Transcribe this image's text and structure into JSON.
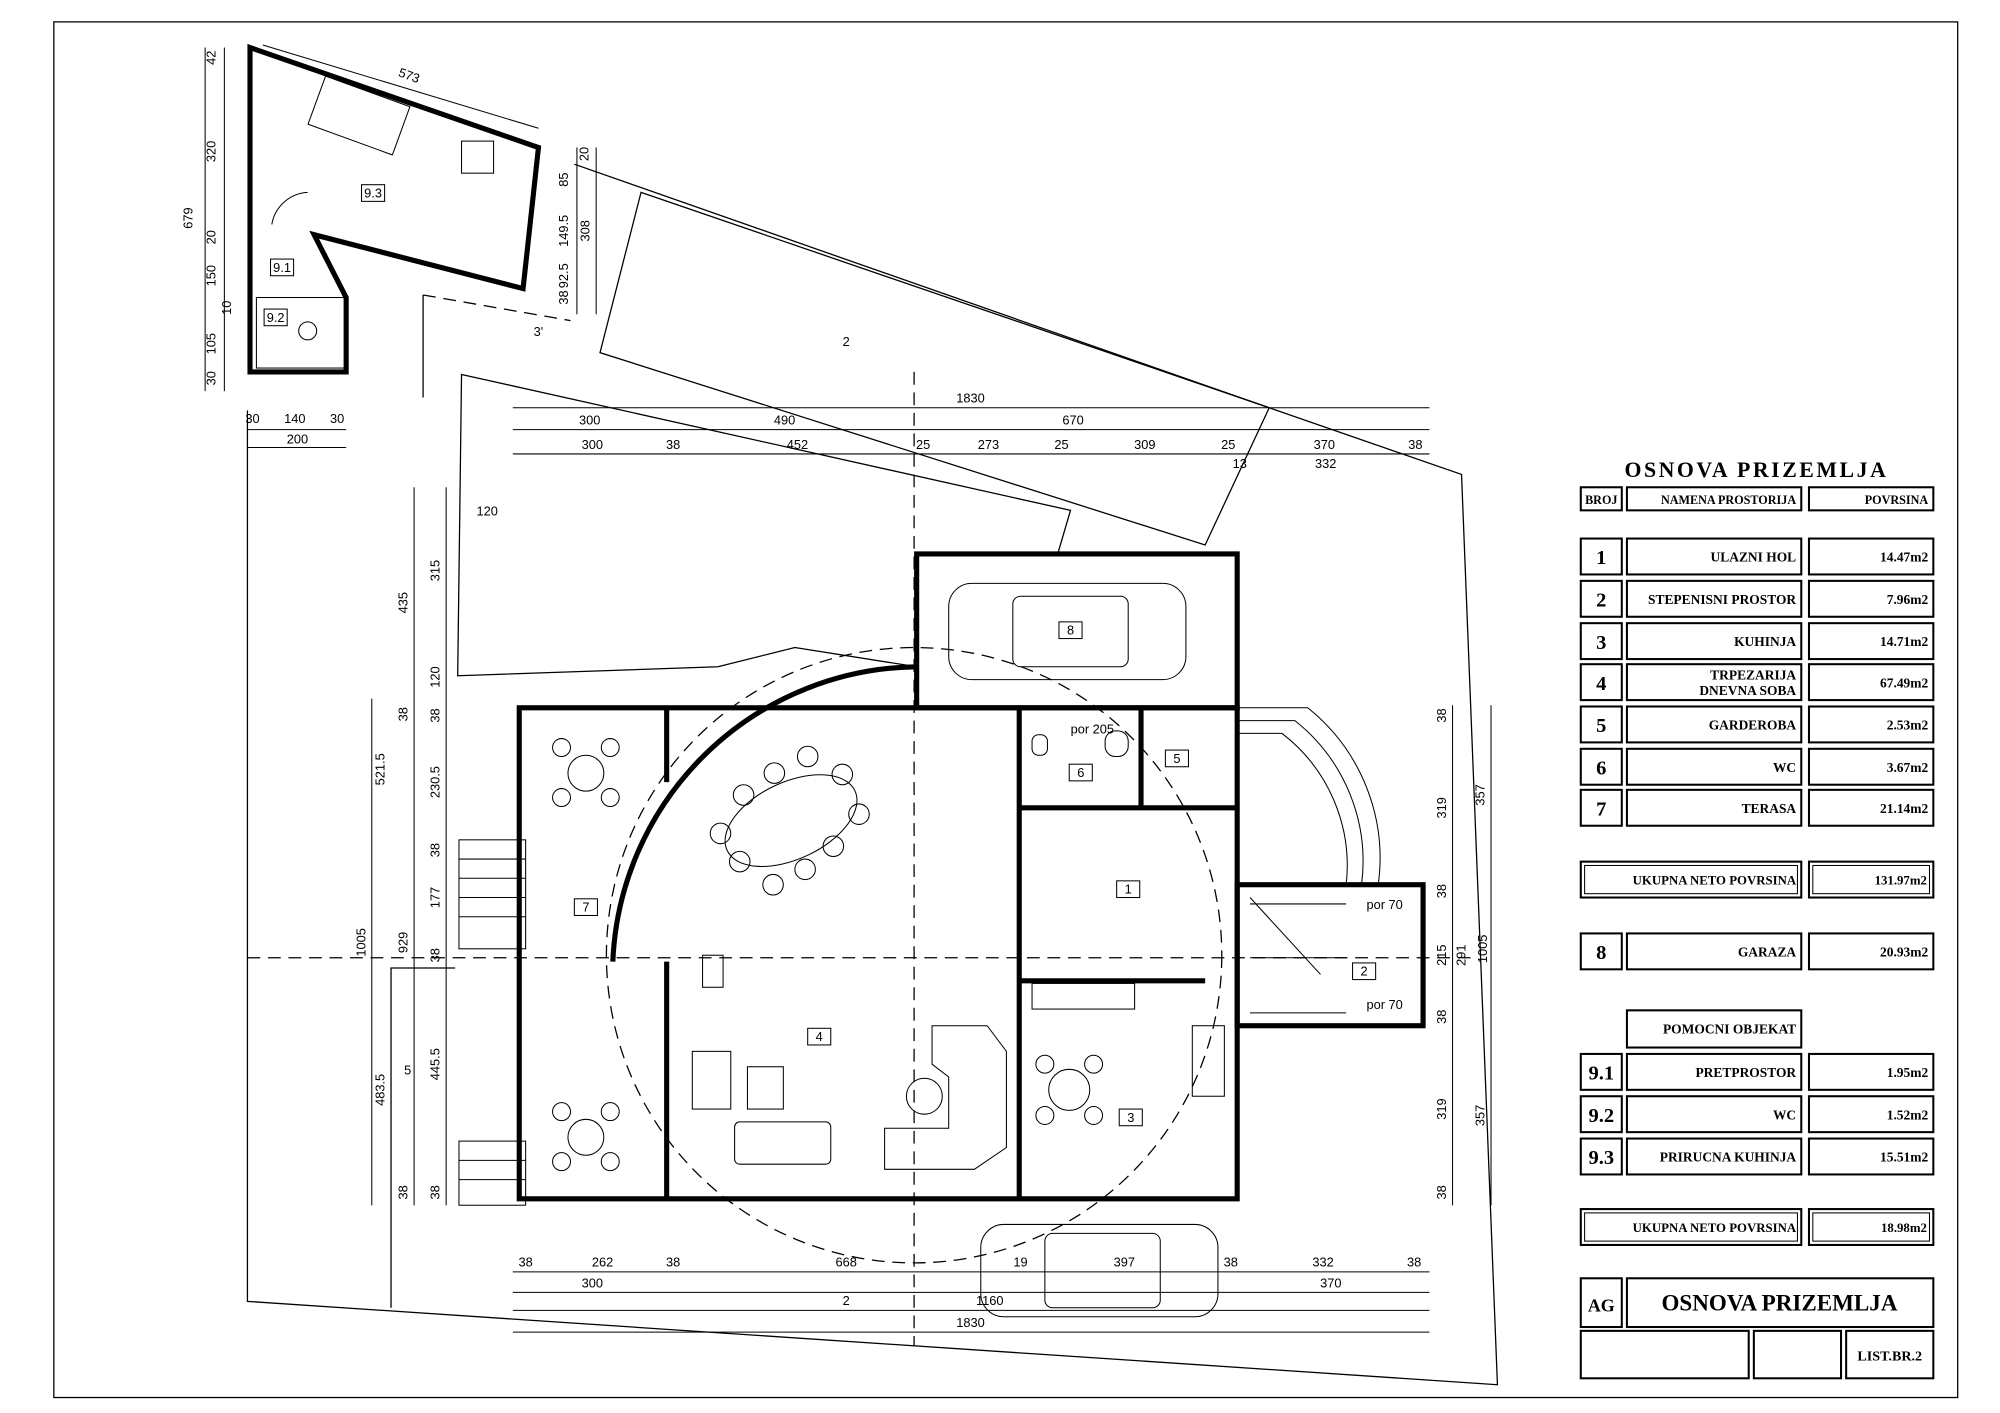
{
  "drawing": {
    "room_labels": [
      "1",
      "2",
      "3",
      "4",
      "5",
      "6",
      "7",
      "8",
      "9.1",
      "9.2",
      "9.3"
    ],
    "section_markers": [
      "2",
      "2",
      "3'",
      "5"
    ],
    "dimensions_top": [
      "1830",
      "300",
      "490",
      "670",
      "300",
      "38",
      "452",
      "25",
      "273",
      "25",
      "309",
      "25",
      "370",
      "38",
      "13",
      "332"
    ],
    "dimensions_bottom": [
      "38",
      "262",
      "38",
      "668",
      "19",
      "397",
      "38",
      "332",
      "38",
      "300",
      "370",
      "1160",
      "1830"
    ],
    "dimensions_left": [
      "1005",
      "929",
      "521.5",
      "483.5",
      "435",
      "315",
      "120",
      "38",
      "230.5",
      "38",
      "177",
      "38",
      "445.5",
      "38",
      "38",
      "38",
      "120"
    ],
    "dimensions_right": [
      "38",
      "319",
      "357",
      "38",
      "215",
      "291",
      "1005",
      "38",
      "319",
      "357",
      "38"
    ],
    "dimensions_aux": [
      "573",
      "42",
      "320",
      "679",
      "20",
      "150",
      "10",
      "105",
      "30",
      "30",
      "140",
      "30",
      "200",
      "20",
      "85",
      "149.5",
      "92.5",
      "38",
      "308"
    ],
    "annotations": [
      "por 205",
      "por 70",
      "por 70"
    ]
  },
  "legend": {
    "title": "OSNOVA  PRIZEMLJA",
    "headers": {
      "number": "BROJ",
      "name": "NAMENA PROSTORIJA",
      "area": "POVRSINA"
    },
    "rooms": [
      {
        "number": "1",
        "name": [
          "ULAZNI HOL"
        ],
        "area": "14.47m2"
      },
      {
        "number": "2",
        "name": [
          "STEPENISNI PROSTOR"
        ],
        "area": "7.96m2"
      },
      {
        "number": "3",
        "name": [
          "KUHINJA"
        ],
        "area": "14.71m2"
      },
      {
        "number": "4",
        "name": [
          "TRPEZARIJA",
          "DNEVNA SOBA"
        ],
        "area": "67.49m2"
      },
      {
        "number": "5",
        "name": [
          "GARDEROBA"
        ],
        "area": "2.53m2"
      },
      {
        "number": "6",
        "name": [
          "WC"
        ],
        "area": "3.67m2"
      },
      {
        "number": "7",
        "name": [
          "TERASA"
        ],
        "area": "21.14m2"
      }
    ],
    "total_main": {
      "label": "UKUPNA NETO POVRSINA",
      "area": "131.97m2"
    },
    "garage": {
      "number": "8",
      "name": [
        "GARAZA"
      ],
      "area": "20.93m2"
    },
    "aux_header": "POMOCNI OBJEKAT",
    "aux_rooms": [
      {
        "number": "9.1",
        "name": [
          "PRETPROSTOR"
        ],
        "area": "1.95m2"
      },
      {
        "number": "9.2",
        "name": [
          "WC"
        ],
        "area": "1.52m2"
      },
      {
        "number": "9.3",
        "name": [
          "PRIRUCNA KUHINJA"
        ],
        "area": "15.51m2"
      }
    ],
    "total_aux": {
      "label": "UKUPNA NETO POVRSINA",
      "area": "18.98m2"
    }
  },
  "title_block": {
    "code": "AG",
    "title": "OSNOVA   PRIZEMLJA",
    "sheet": "LIST.BR.2"
  }
}
